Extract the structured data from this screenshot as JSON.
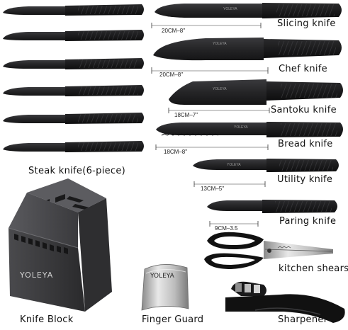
{
  "brand": "YOLEYA",
  "steak": {
    "label": "Steak knife(6-piece)",
    "count": 6
  },
  "knives": [
    {
      "id": "slicing",
      "label": "Slicing knife",
      "size": "20CM–8\""
    },
    {
      "id": "chef",
      "label": "Chef knife",
      "size": "20CM–8\""
    },
    {
      "id": "santoku",
      "label": "Santoku knife",
      "size": "18CM–7\""
    },
    {
      "id": "bread",
      "label": "Bread knife",
      "size": "18CM–8\""
    },
    {
      "id": "utility",
      "label": "Utility knife",
      "size": "13CM–5\""
    },
    {
      "id": "paring",
      "label": "Paring knife",
      "size": "9CM–3.5"
    }
  ],
  "accessories": {
    "block": "Knife Block",
    "guard": "Finger Guard",
    "shears": "kitchen shears",
    "sharpener": "Sharpener"
  },
  "colors": {
    "knife": "#2b2b2d",
    "knife_dark": "#141415",
    "steel": "#c9c9c9",
    "text": "#111111"
  }
}
